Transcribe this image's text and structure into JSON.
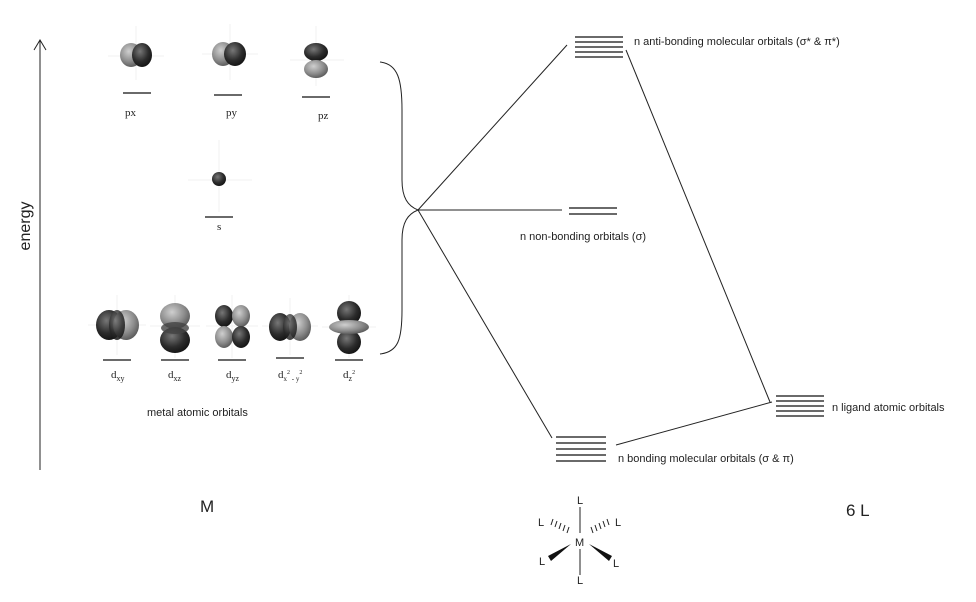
{
  "axis": {
    "label": "energy"
  },
  "metal": {
    "group_label": "metal atomic orbitals",
    "symbol": "M",
    "p_orbitals": [
      "px",
      "py",
      "pz"
    ],
    "s_orbital": "s",
    "d_orbitals": {
      "dxy": {
        "base": "d",
        "sub": "xy"
      },
      "dxz": {
        "base": "d",
        "sub": "xz"
      },
      "dyz": {
        "base": "d",
        "sub": "yz"
      },
      "dx2y2": {
        "base": "d",
        "sub1": "x",
        "sup1": "2",
        "mid": " - y",
        "sup2": "2"
      },
      "dz2": {
        "base": "d",
        "sub": "z",
        "sup": "2"
      }
    }
  },
  "molecular": {
    "antibonding": "n anti-bonding molecular orbitals (σ* & π*)",
    "nonbonding": "n non-bonding orbitals (σ)",
    "bonding": "n bonding molecular orbitals (σ & π)"
  },
  "ligand": {
    "label": "n ligand atomic orbitals",
    "symbol": "6 L"
  },
  "complex": {
    "center": "M",
    "ligand": "L"
  },
  "colors": {
    "line": "#222222",
    "lobe_dark": "#2a2a2a",
    "lobe_light": "#8a8a8a"
  }
}
